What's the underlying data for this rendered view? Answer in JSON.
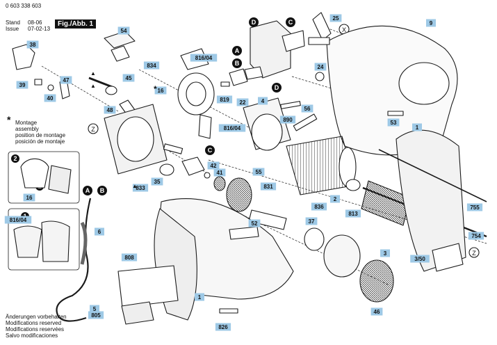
{
  "header": {
    "part_number": "0 603 338 603",
    "stand_label": "Stand",
    "issue_label": "Issue",
    "stand_date": "08-06",
    "issue_date": "07-02-13",
    "figure_label": "Fig./Abb. 1"
  },
  "legend": {
    "symbol": "*",
    "lines": [
      "Montage",
      "assembly",
      "position de montage",
      "posición de montaje"
    ]
  },
  "footer": {
    "lines": [
      "Änderungen vorbehalten",
      "Modifications reserved",
      "Modifications reservées",
      "Salvo modificaciones"
    ]
  },
  "colors": {
    "callout_fill": "#9ec9e6",
    "line": "#1a1a1a",
    "part_fill": "#ffffff",
    "shade": "#d9d9d9"
  },
  "callouts": {
    "c54": "54",
    "c834": "834",
    "c45": "45",
    "c38": "38",
    "c39": "39",
    "c40": "40",
    "c47": "47",
    "c48": "48",
    "c16": "16",
    "c816_04_a": "816/04",
    "c816_04_b": "816/04",
    "c819": "819",
    "c22": "22",
    "c4": "4",
    "c56": "56",
    "c890": "890",
    "c25": "25",
    "c9": "9",
    "c24": "24",
    "c53": "53",
    "c1_a": "1",
    "c42": "42",
    "c41": "41",
    "c55": "55",
    "c35": "35",
    "c833": "833",
    "c16_b": "16",
    "c816_04_c": "816/04",
    "c6": "6",
    "c831": "831",
    "c2": "2",
    "c836": "836",
    "c813": "813",
    "c52": "52",
    "c37": "37",
    "c3": "3",
    "c3_50": "3/50",
    "c755": "755",
    "c754": "754",
    "c808": "808",
    "c1_b": "1",
    "c5": "5",
    "c805": "805",
    "c826": "826",
    "c46": "46"
  },
  "markers": {
    "A": "A",
    "B": "B",
    "C": "C",
    "D": "D",
    "X": "X",
    "Z": "Z",
    "one": "1",
    "two": "2",
    "star": "*",
    "triangle": "▲"
  }
}
